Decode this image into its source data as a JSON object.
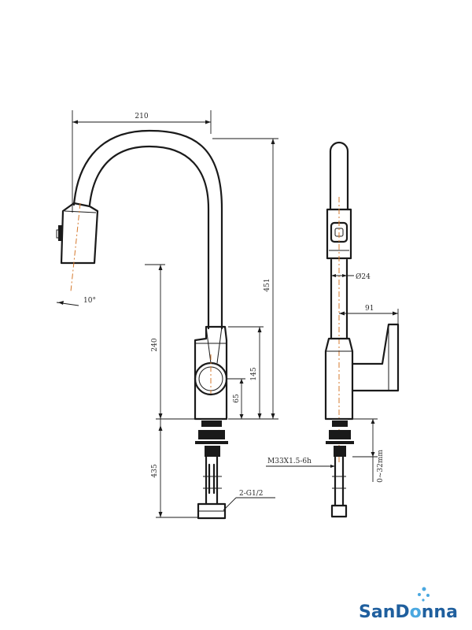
{
  "dimensions": {
    "reach": "210",
    "total_height": "451",
    "spout_height": "240",
    "body_height": "145",
    "base_height": "65",
    "below_deck": "435",
    "tilt_angle": "10°",
    "hose_diameter": "Ø24",
    "handle_depth": "91",
    "thread_spec": "M33X1.5-6h",
    "deck_thickness": "0~32mm",
    "connection": "2-G1/2"
  },
  "brand": {
    "name_part1": "San",
    "name_part2": "D",
    "name_part3": "nna",
    "color": "#1f5f9e",
    "accent": "#4aa8e0"
  },
  "colors": {
    "line": "#1a1a1a",
    "centerline": "#d4782c"
  }
}
